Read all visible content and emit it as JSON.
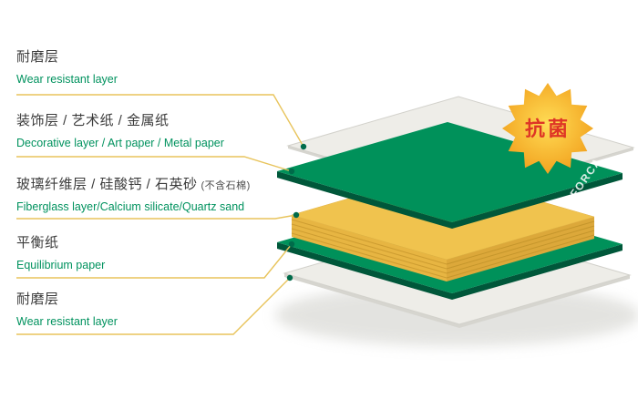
{
  "labels": [
    {
      "cn": "耐磨层",
      "en": "Wear resistant layer"
    },
    {
      "cn": "装饰层 / 艺术纸 / 金属纸",
      "en": "Decorative layer / Art paper / Metal paper"
    },
    {
      "cn": "玻璃纤维层 / 硅酸钙 / 石英砂",
      "cn_note": "(不含石棉)",
      "en": "Fiberglass layer/Calcium silicate/Quartz sand"
    },
    {
      "cn": "平衡纸",
      "en": "Equilibrium paper"
    },
    {
      "cn": "耐磨层",
      "en": "Wear resistant layer"
    }
  ],
  "badge": {
    "label": "抗菌"
  },
  "brand": {
    "label": "FORCA"
  },
  "colors": {
    "layer_green": "#00915a",
    "layer_green_edge": "#00573a",
    "core_yellow": "#f0c34e",
    "core_yellow_front": "#e7b542",
    "core_yellow_side": "#dca83a",
    "sheet_white": "#eeede8",
    "sheet_white_edge": "#d6d5cf",
    "leader_line": "#e8c45c",
    "dot_green": "#006b4a",
    "badge_gradient_from": "#ffdc55",
    "badge_gradient_to": "#f19e1b",
    "badge_text": "#de3526",
    "label_cn": "#3c3c3c",
    "label_en": "#00925e"
  }
}
